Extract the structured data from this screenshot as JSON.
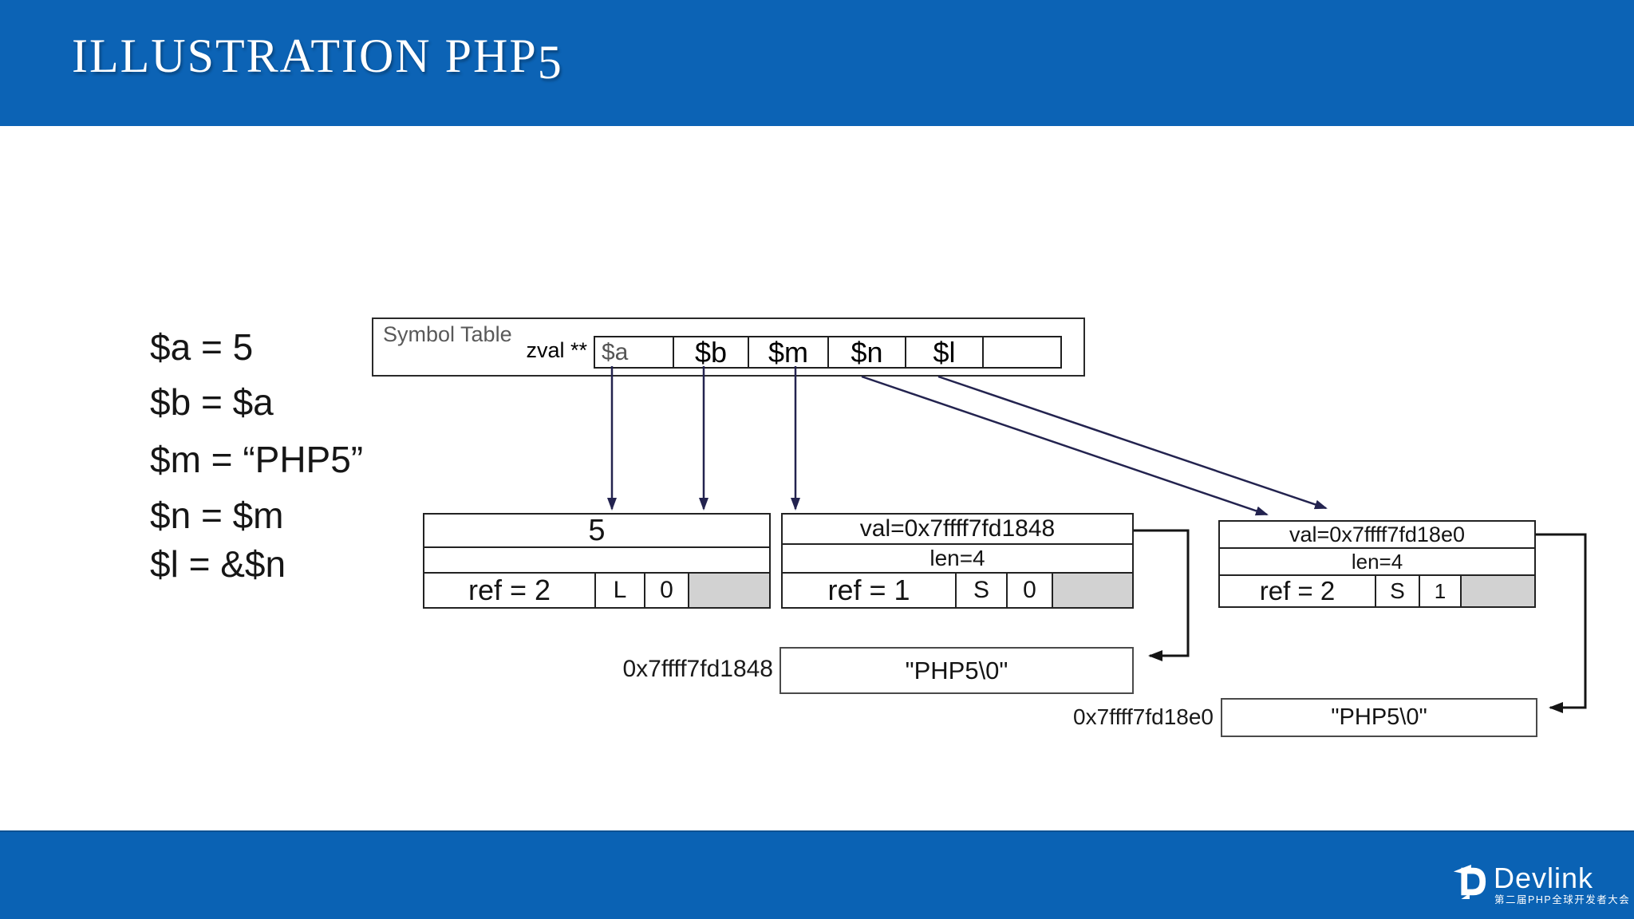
{
  "slide": {
    "title_prefix": "ILLUSTRATION PHP",
    "title_digit": "5"
  },
  "code": {
    "lines": [
      "$a = 5",
      "$b = $a",
      "$m = “PHP5”",
      "$n = $m",
      "$l = &$n"
    ]
  },
  "symbol_table": {
    "label": "Symbol Table",
    "pointer_label": "zval **",
    "cells": [
      "$a",
      "$b",
      "$m",
      "$n",
      "$l",
      ""
    ]
  },
  "zvals": [
    {
      "value": "5",
      "len": "",
      "ref": "ref = 2",
      "type": "L",
      "is_ref": "0"
    },
    {
      "value": "val=0x7ffff7fd1848",
      "len": "len=4",
      "ref": "ref = 1",
      "type": "S",
      "is_ref": "0"
    },
    {
      "value": "val=0x7ffff7fd18e0",
      "len": "len=4",
      "ref": "ref = 2",
      "type": "S",
      "is_ref": "1"
    }
  ],
  "strings": [
    {
      "address": "0x7ffff7fd1848",
      "value": "\"PHP5\\0\""
    },
    {
      "address": "0x7ffff7fd18e0",
      "value": "\"PHP5\\0\""
    }
  ],
  "footer": {
    "brand": "Devlink",
    "tagline": "第二届PHP全球开发者大会"
  },
  "colors": {
    "header_blue": "#0c63b5",
    "footer_blue": "#0a62b4",
    "arrow_navy": "#23234f",
    "connector_black": "#141414",
    "gray_cell": "#d2d2d2",
    "muted_text": "#595959"
  }
}
